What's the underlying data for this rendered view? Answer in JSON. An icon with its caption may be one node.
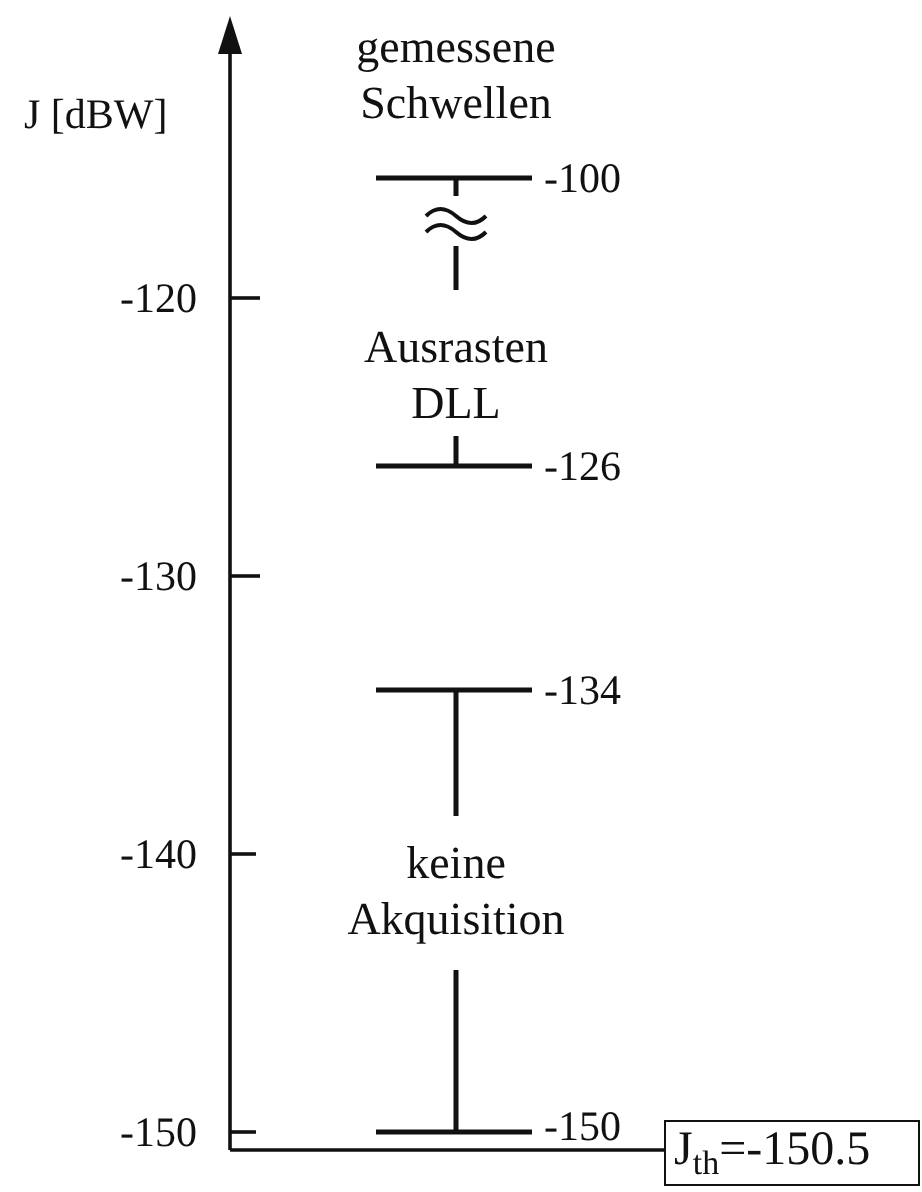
{
  "diagram": {
    "nodes": [
      {
        "text": [
          "J$_{th}$=-150.5"
        ]
      }
    ],
    "labels": [
      "gemessene Schwellen",
      "J [dBW]",
      "-100",
      "-120",
      "Ausrasten DLL",
      "-126",
      "-130",
      "-134",
      "-140",
      "keine Akquisition",
      "-150",
      "-150"
    ]
  }
}
